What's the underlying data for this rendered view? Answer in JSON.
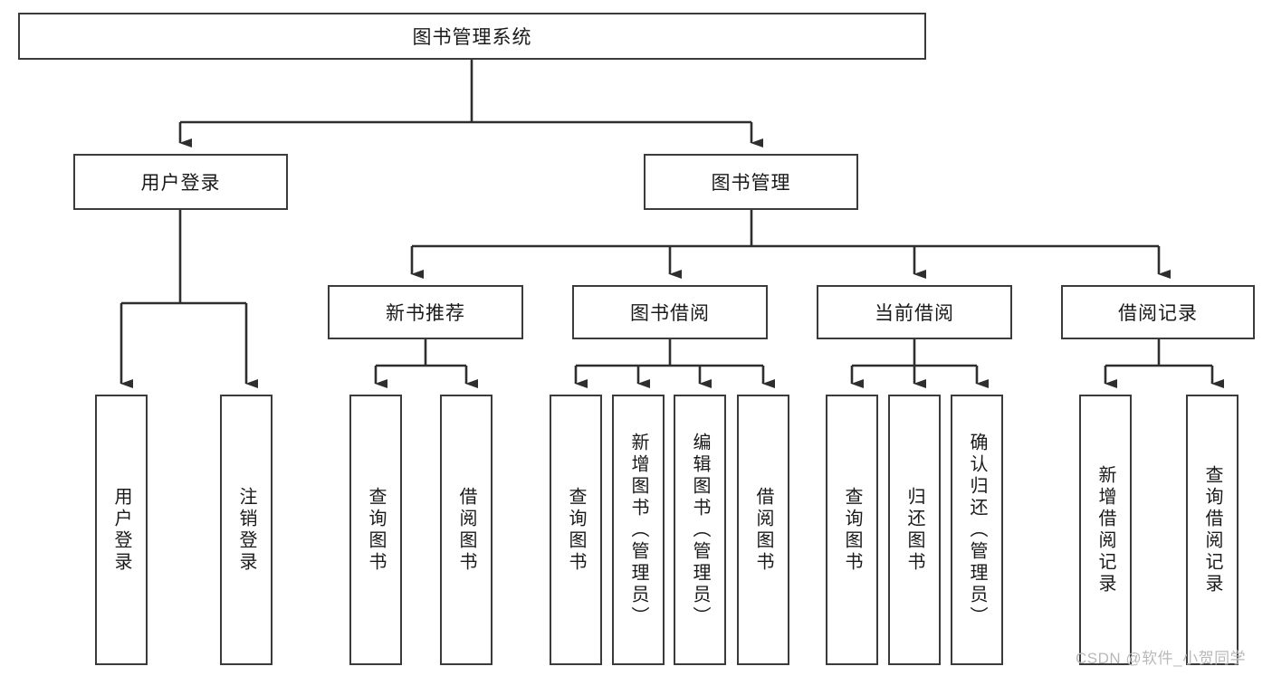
{
  "diagram": {
    "title": "图书管理系统",
    "type": "hierarchy-tree",
    "colors": {
      "box_border": "#3b3b3b",
      "box_fill": "#ffffff",
      "connector": "#2e2e2e",
      "text": "#1a1a1a",
      "watermark": "#b9b9b9",
      "background": "#ffffff"
    },
    "root": {
      "label": "图书管理系统"
    },
    "level2": [
      {
        "label": "用户登录"
      },
      {
        "label": "图书管理"
      }
    ],
    "level3": [
      {
        "label": "新书推荐"
      },
      {
        "label": "图书借阅"
      },
      {
        "label": "当前借阅"
      },
      {
        "label": "借阅记录"
      }
    ],
    "leaves": {
      "user_login": [
        {
          "label": "用户登录"
        },
        {
          "label": "注销登录"
        }
      ],
      "new_book_recommend": [
        {
          "label": "查询图书"
        },
        {
          "label": "借阅图书"
        }
      ],
      "book_borrow": [
        {
          "label": "查询图书"
        },
        {
          "label": "新增图书（管理员）"
        },
        {
          "label": "编辑图书（管理员）"
        },
        {
          "label": "借阅图书"
        }
      ],
      "current_borrow": [
        {
          "label": "查询图书"
        },
        {
          "label": "归还图书"
        },
        {
          "label": "确认归还（管理员）"
        }
      ],
      "borrow_record": [
        {
          "label": "新增借阅记录"
        },
        {
          "label": "查询借阅记录"
        }
      ]
    }
  },
  "watermark": {
    "text": "CSDN @软件_小贺同学"
  }
}
